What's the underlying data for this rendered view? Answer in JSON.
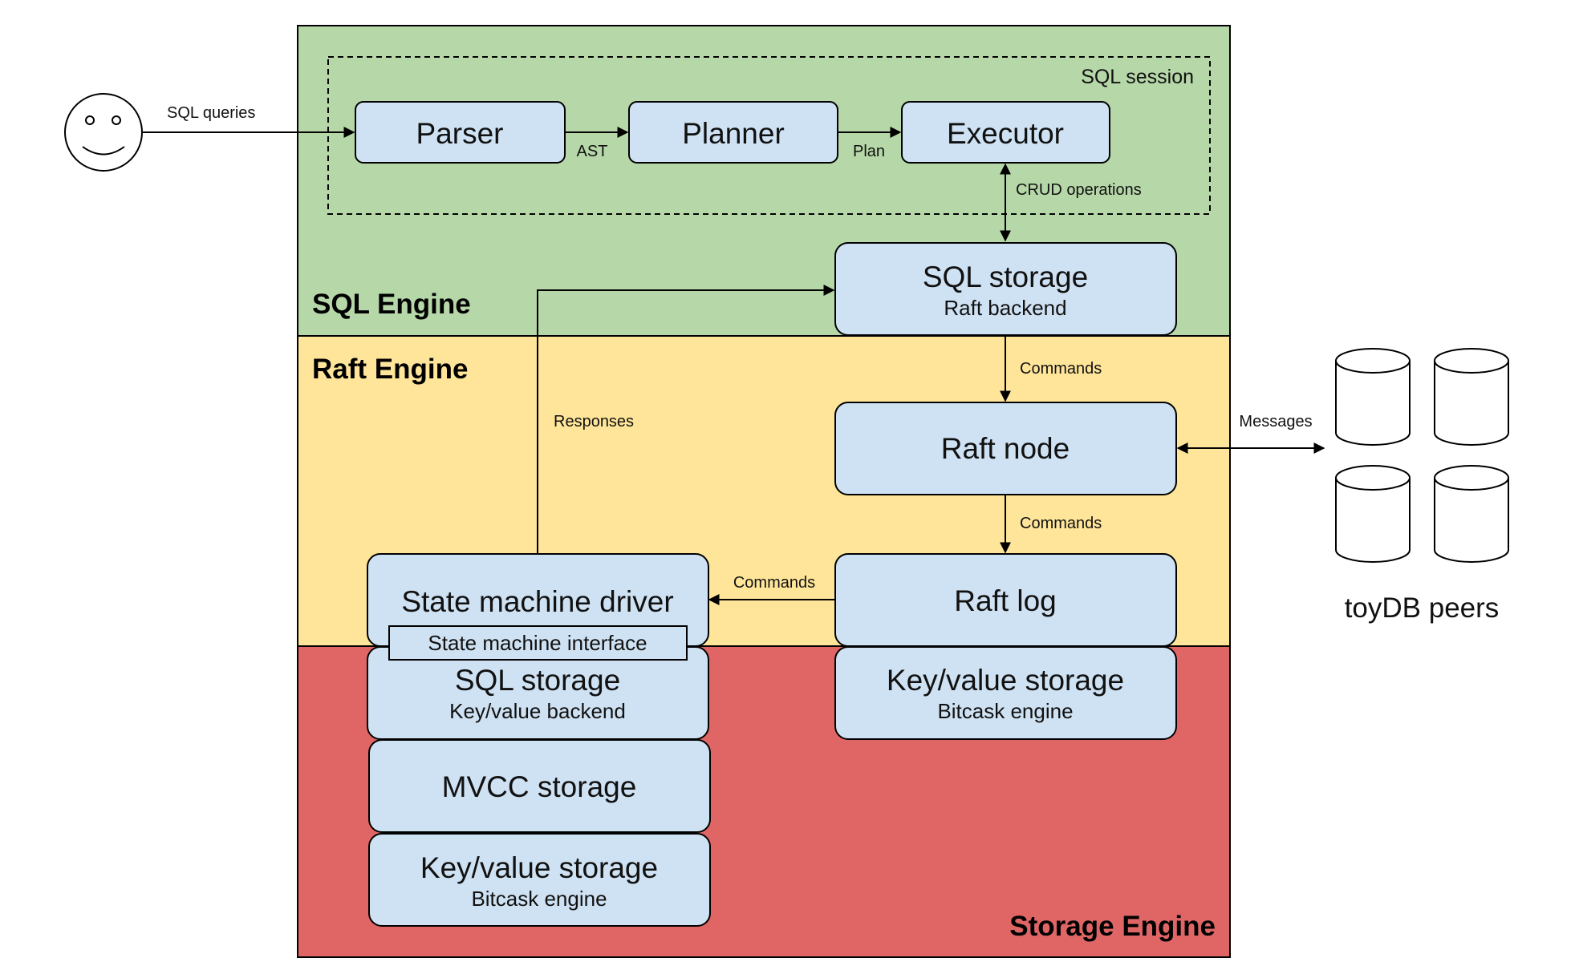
{
  "regions": {
    "sql_engine": "SQL Engine",
    "raft_engine": "Raft Engine",
    "storage_engine": "Storage Engine",
    "sql_session": "SQL session"
  },
  "boxes": {
    "parser": "Parser",
    "planner": "Planner",
    "executor": "Executor",
    "sql_storage_raft": {
      "title": "SQL storage",
      "sub": "Raft backend"
    },
    "raft_node": "Raft node",
    "raft_log": "Raft log",
    "state_machine_driver": "State machine driver",
    "state_machine_interface": "State machine interface",
    "sql_storage_kv": {
      "title": "SQL storage",
      "sub": "Key/value backend"
    },
    "mvcc_storage": "MVCC storage",
    "kv_storage_left": {
      "title": "Key/value storage",
      "sub": "Bitcask engine"
    },
    "kv_storage_right": {
      "title": "Key/value storage",
      "sub": "Bitcask engine"
    }
  },
  "edges": {
    "sql_queries": "SQL queries",
    "ast": "AST",
    "plan": "Plan",
    "crud": "CRUD operations",
    "commands_1": "Commands",
    "commands_2": "Commands",
    "commands_3": "Commands",
    "responses": "Responses",
    "messages": "Messages"
  },
  "peers_label": "toyDB peers",
  "colors": {
    "sql_engine": "#b6d7a8",
    "raft_engine": "#ffe599",
    "storage_engine": "#e06666",
    "box_fill": "#cfe2f3"
  }
}
